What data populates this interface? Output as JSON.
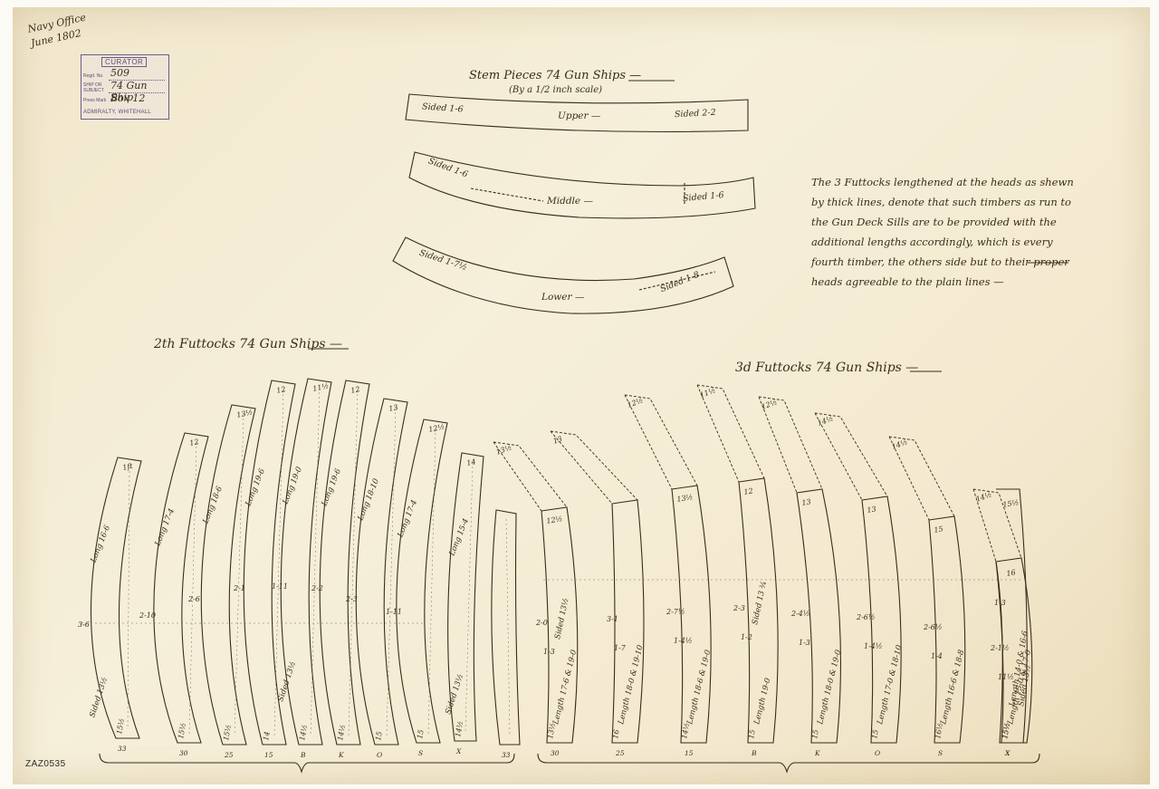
{
  "office_note": {
    "line1": "Navy Office",
    "line2": "June 1802"
  },
  "stamp": {
    "header": "CURATOR",
    "regd_label": "Regd. No.",
    "regd_value": "509",
    "subject_label": "SHIP OR SUBJECT",
    "subject_value": "74 Gun Ship",
    "press_label": "Press Mark",
    "press_value": "Box 12",
    "footer": "ADMIRALTY, WHITEHALL"
  },
  "stem_pieces": {
    "title": "Stem Pieces 74 Gun Ships —",
    "subtitle": "(By a 1/2 inch scale)",
    "pieces": [
      {
        "name": "Upper —",
        "sided_left": "Sided 1-6",
        "sided_right": "Sided 2-2"
      },
      {
        "name": "Middle —",
        "sided_left": "Sided 1-6",
        "sided_right": "Sided 1-6"
      },
      {
        "name": "Lower —",
        "sided_left": "Sided 1-7½",
        "sided_right": "Sided 1-8"
      }
    ]
  },
  "note_lines": [
    "The 3 Futtocks lengthened at the heads as shewn",
    "by thick lines, denote that such timbers as run to",
    "the Gun Deck Sills are to be provided with the",
    "additional lengths accordingly, which is every",
    "fourth timber, the others side but to their proper",
    "heads agreeable to the plain lines —"
  ],
  "second_futtocks": {
    "title": "2th Futtocks 74 Gun Ships —",
    "labels": [
      {
        "top": "1ft",
        "long": "Long 16-6",
        "width": "3-6",
        "side": "Sided 13½",
        "bottom": "15½",
        "stn": "33"
      },
      {
        "top": "12",
        "long": "Long 17-4",
        "width": "2-10",
        "side": "",
        "bottom": "15½",
        "stn": "30"
      },
      {
        "top": "13½",
        "long": "Long 18-6",
        "width": "2-6",
        "side": "",
        "bottom": "15½",
        "stn": "25"
      },
      {
        "top": "12",
        "long": "Long 19-6",
        "width": "2-1",
        "side": "",
        "bottom": "14",
        "stn": "15"
      },
      {
        "top": "11½",
        "long": "Long 19-0",
        "width": "1-11",
        "side": "Sided 13½",
        "bottom": "14½",
        "stn": "B"
      },
      {
        "top": "12",
        "long": "Long 19-6",
        "width": "2-2",
        "side": "",
        "bottom": "14½",
        "stn": "K"
      },
      {
        "top": "13",
        "long": "Long 18-10",
        "width": "2-3",
        "side": "",
        "bottom": "15",
        "stn": "O"
      },
      {
        "top": "12½",
        "long": "Long 17-4",
        "width": "1-11",
        "side": "",
        "bottom": "15",
        "stn": "S"
      },
      {
        "top": "14",
        "long": "Long 15-4",
        "width": "",
        "side": "Sided 13½",
        "bottom": "14½",
        "stn": "X"
      },
      {
        "top": "",
        "long": "",
        "width": "",
        "side": "",
        "bottom": "",
        "stn": "33"
      }
    ]
  },
  "third_futtocks": {
    "title": "3d Futtocks 74 Gun Ships —",
    "labels": [
      {
        "top": "13½",
        "inner": "12½",
        "long": "Length 17-6 & 19-0",
        "width": "2-0",
        "width2": "1-3",
        "side": "Sided 13½",
        "bottom": "13½",
        "stn": "30"
      },
      {
        "top": "13",
        "inner": "",
        "long": "Length 18-0 & 19-10",
        "width": "3-1",
        "width2": "1-7",
        "side": "",
        "bottom": "16",
        "stn": "25"
      },
      {
        "top": "12½",
        "inner": "13½",
        "long": "Length 18-6 & 19-0",
        "width": "2-7½",
        "width2": "1-4½",
        "side": "",
        "bottom": "14½",
        "stn": "15"
      },
      {
        "top": "11½",
        "inner": "12",
        "long": "Length 19-0",
        "width": "2-3",
        "width2": "1-2",
        "side": "Sided 13 ¾",
        "bottom": "15",
        "stn": "B"
      },
      {
        "top": "12½",
        "inner": "13",
        "long": "Length 18-0 & 19-0",
        "width": "2-4½",
        "width2": "1-3",
        "side": "",
        "bottom": "15",
        "stn": "K"
      },
      {
        "top": "14½",
        "inner": "13",
        "long": "Length 17-0 & 18-10",
        "width": "2-6½",
        "width2": "1-4½",
        "side": "",
        "bottom": "15",
        "stn": "O"
      },
      {
        "top": "14½",
        "inner": "15",
        "long": "Length 16-6 & 18-8",
        "width": "2-6½",
        "width2": "1-4",
        "side": "",
        "bottom": "16½",
        "stn": "S"
      },
      {
        "top": "14½",
        "inner": "",
        "long": "Length 15-0 & 17-0",
        "width": "2-1½",
        "width2": "11½",
        "side": "",
        "bottom": "15½",
        "stn": "X"
      },
      {
        "top": "15½",
        "inner": "16",
        "long": "Length 14-0 & 16-6",
        "width": "1-3",
        "width2": "",
        "side": "Sided 13½",
        "bottom": "15½",
        "stn": "X"
      }
    ]
  },
  "archive_ref": "ZAZ0535",
  "colors": {
    "paper": "#f3e9cf",
    "ink": "#3a2c1c",
    "stamp": "#6d5a8a"
  }
}
